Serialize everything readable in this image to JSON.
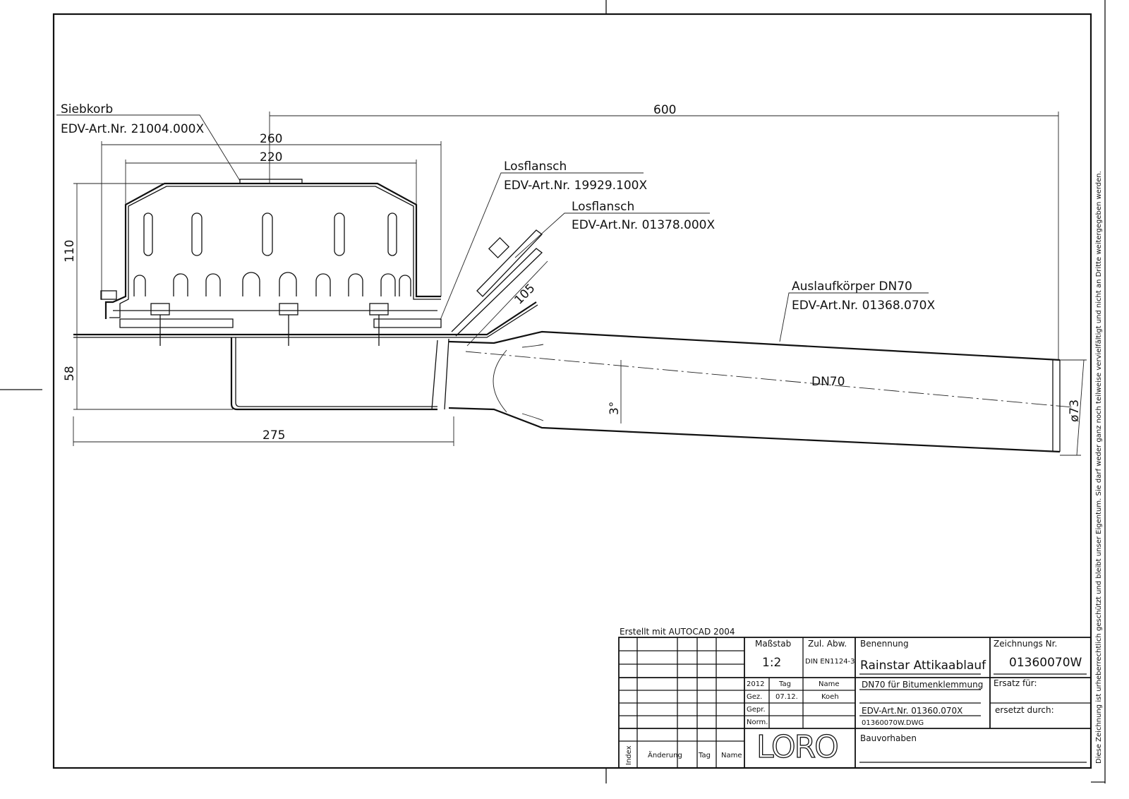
{
  "drawing": {
    "labels": {
      "siebkorb": "Siebkorb",
      "siebkorb_art": "EDV-Art.Nr.  21004.000X",
      "losflansch1": "Losflansch",
      "losflansch1_art": "EDV-Art.Nr.  19929.100X",
      "losflansch2": "Losflansch",
      "losflansch2_art": "EDV-Art.Nr.  01378.000X",
      "auslauf": "Auslaufkörper DN70",
      "auslauf_art": "EDV-Art.Nr.  01368.070X",
      "dn70": "DN70"
    },
    "dimensions": {
      "d600": "600",
      "d260": "260",
      "d220": "220",
      "d110": "110",
      "d58": "58",
      "d275": "275",
      "d105": "105",
      "angle": "3°",
      "dia": "ø73"
    },
    "copyright": "Diese Zeichnung ist urheberrechtlich geschützt und bleibt unser Eigentum. Sie darf weder ganz noch teilweise vervielfältigt und nicht an Dritte weitergegeben werden."
  },
  "title_block": {
    "created_with": "Erstellt mit AUTOCAD 2004",
    "massstab_label": "Maßstab",
    "massstab": "1:2",
    "zul_abw_label": "Zul. Abw.",
    "zul_abw": "DIN EN1124-3",
    "benennung_label": "Benennung",
    "benennung": "Rainstar Attikaablauf",
    "zeichnungs_nr_label": "Zeichnungs Nr.",
    "zeichnungs_nr": "01360070W",
    "year": "2012",
    "tag_label": "Tag",
    "name_label": "Name",
    "gez_label": "Gez.",
    "gez_tag": "07.12.",
    "gez_name": "Koeh",
    "gepr_label": "Gepr.",
    "norm_label": "Norm.",
    "subtitle": "DN70 für Bitumenklemmung",
    "art_nr": "EDV-Art.Nr. 01360.070X",
    "dwg_file": "01360070W.DWG",
    "ersatz_fuer": "Ersatz für:",
    "ersetzt_durch": "ersetzt durch:",
    "bauvorhaben": "Bauvorhaben",
    "logo": "LORO",
    "rev_index": "Index",
    "rev_aenderung": "Änderung",
    "rev_tag": "Tag",
    "rev_name": "Name"
  }
}
